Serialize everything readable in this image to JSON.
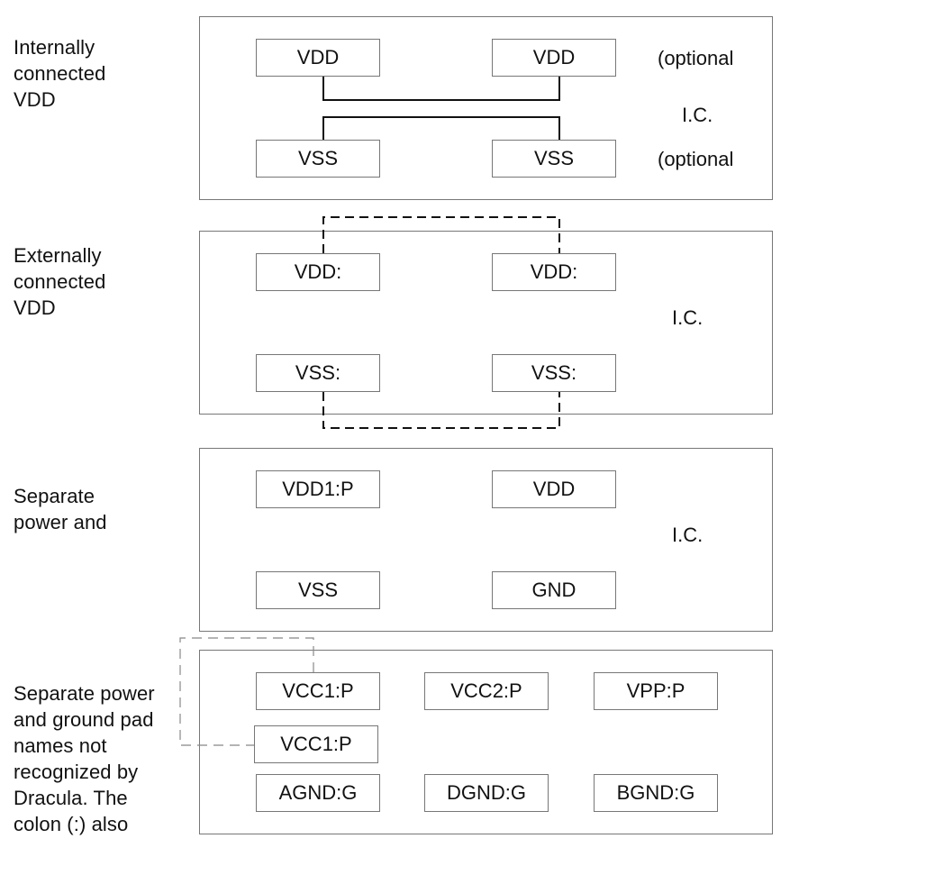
{
  "sections": [
    {
      "label": "Internally\nconnected\nVDD"
    },
    {
      "label": "Externally\nconnected\nVDD"
    },
    {
      "label": "Separate\npower and"
    },
    {
      "label": "Separate power\nand ground pad\nnames not\nrecognized by\nDracula. The\ncolon (:) also"
    }
  ],
  "ic_label": "I.C.",
  "optional_label": "(optional",
  "panel1": {
    "pads": [
      "VDD",
      "VDD",
      "VSS",
      "VSS"
    ]
  },
  "panel2": {
    "pads": [
      "VDD:",
      "VDD:",
      "VSS:",
      "VSS:"
    ]
  },
  "panel3": {
    "pads": [
      "VDD1:P",
      "VDD",
      "VSS",
      "GND"
    ]
  },
  "panel4": {
    "pads": [
      "VCC1:P",
      "VCC2:P",
      "VPP:P",
      "VCC1:P",
      "AGND:G",
      "DGND:G",
      "BGND:G"
    ]
  }
}
